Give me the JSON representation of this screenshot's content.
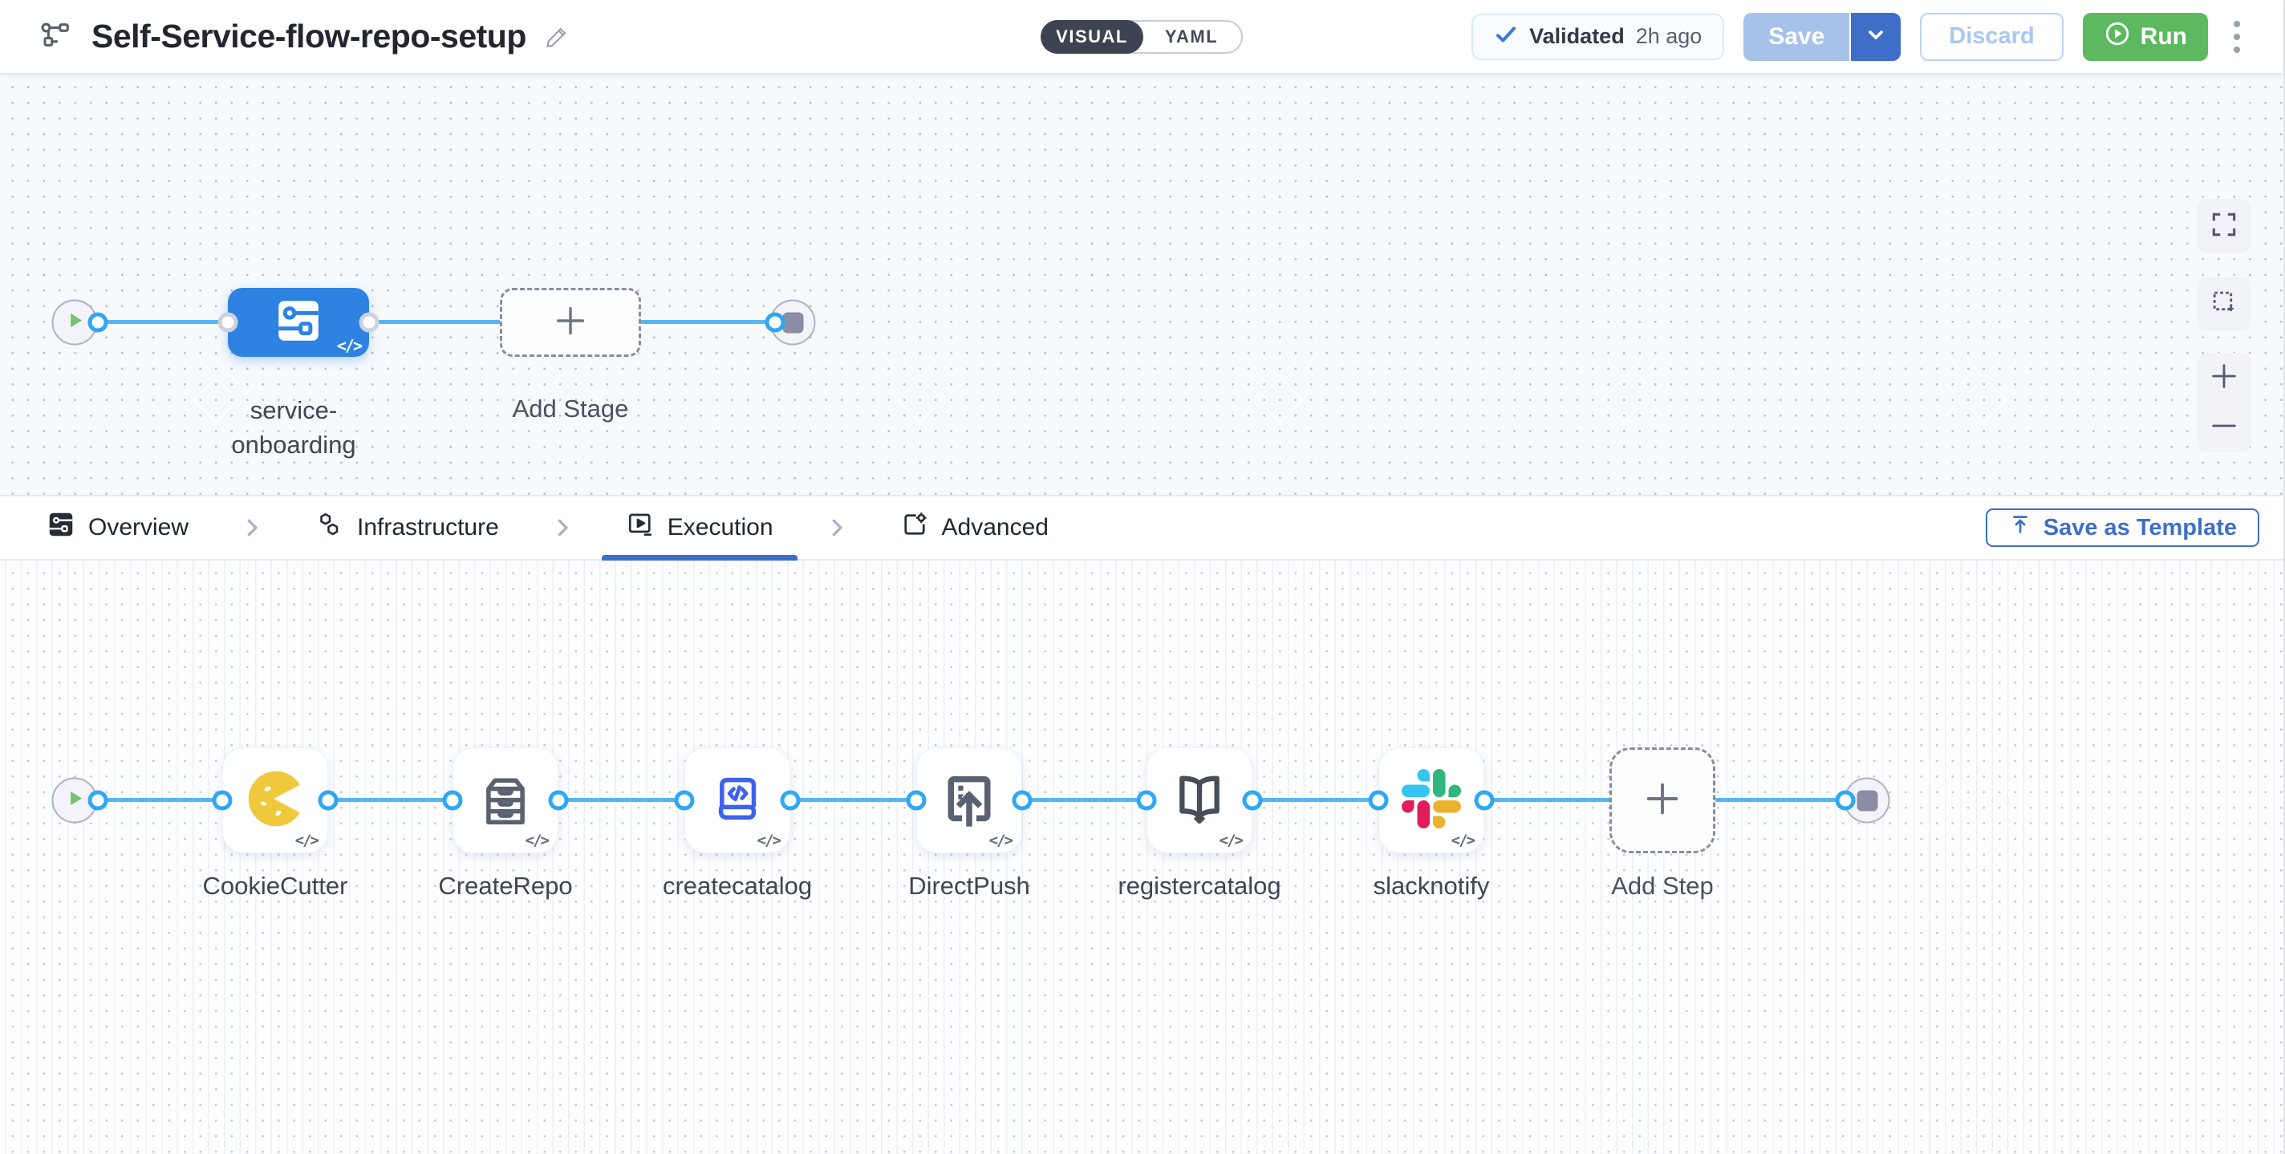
{
  "header": {
    "title": "Self-Service-flow-repo-setup",
    "mode_toggle": {
      "visual_label": "VISUAL",
      "yaml_label": "YAML",
      "selected": "VISUAL"
    },
    "validation": {
      "label": "Validated",
      "time": "2h ago"
    },
    "save_label": "Save",
    "discard_label": "Discard",
    "run_label": "Run"
  },
  "stage_canvas": {
    "stage_name_line1": "service-",
    "stage_name_line2": "onboarding",
    "add_stage_label": "Add Stage",
    "code_badge": "</>"
  },
  "tab_bar": {
    "tabs": [
      {
        "label": "Overview",
        "icon": "pipeline-overview-icon",
        "active": false
      },
      {
        "label": "Infrastructure",
        "icon": "infrastructure-icon",
        "active": false
      },
      {
        "label": "Execution",
        "icon": "execution-icon",
        "active": true
      },
      {
        "label": "Advanced",
        "icon": "advanced-icon",
        "active": false
      }
    ],
    "save_as_template_label": "Save as Template"
  },
  "execution_canvas": {
    "steps": [
      {
        "label": "CookieCutter",
        "icon": "cookiecutter-icon"
      },
      {
        "label": "CreateRepo",
        "icon": "repo-cabinet-icon"
      },
      {
        "label": "createcatalog",
        "icon": "catalog-code-icon"
      },
      {
        "label": "DirectPush",
        "icon": "direct-push-icon"
      },
      {
        "label": "registercatalog",
        "icon": "open-book-icon"
      },
      {
        "label": "slacknotify",
        "icon": "slack-icon"
      }
    ],
    "add_step_label": "Add Step",
    "code_badge": "</>"
  },
  "colors": {
    "accent_blue": "#3D6FC9",
    "stage_blue": "#2E82E2",
    "connector_line": "#55B6F3",
    "connector_ring": "#2FA7F2",
    "run_green": "#5CB960",
    "save_disabled_blue": "#A6C2E9",
    "cookiecutter_yellow": "#EFC83C",
    "slack_blue": "#36C5F0",
    "slack_green": "#2EB67D",
    "slack_red": "#E01E5A",
    "slack_yellow": "#ECB22E"
  }
}
